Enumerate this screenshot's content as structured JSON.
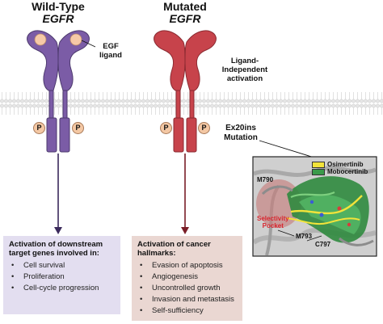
{
  "wildtype": {
    "title": "Wild-Type",
    "gene": "EGFR",
    "ligand_label": "EGF\nligand"
  },
  "mutated": {
    "title": "Mutated",
    "gene": "EGFR",
    "activation_label": "Ligand-\nIndependent\nactivation"
  },
  "phospho": [
    "P",
    "P",
    "P",
    "P"
  ],
  "ex20ins_label": "Ex20ins\nMutation",
  "structure": {
    "legend": [
      {
        "label": "Osimertinib",
        "color": "#f2e33a"
      },
      {
        "label": "Mobocertinib",
        "color": "#3a9a4a"
      }
    ],
    "residues": [
      "M790",
      "M793",
      "C797"
    ],
    "pocket_label": "Selectivity\nPocket"
  },
  "box_left": {
    "heading": "Activation of downstream\ntarget genes involved in:",
    "items": [
      "Cell survival",
      "Proliferation",
      "Cell-cycle progression"
    ]
  },
  "box_right": {
    "heading": "Activation of cancer\nhallmarks:",
    "items": [
      "Evasion of apoptosis",
      "Angiogenesis",
      "Uncontrolled growth",
      "Invasion and metastasis",
      "Self-sufficiency"
    ]
  },
  "colors": {
    "wildtype_receptor": "#7b5ca6",
    "mutated_receptor": "#c7434b",
    "ligand": "#f6c9a7",
    "phospho": "#f4c8a4",
    "box_left_bg": "#e3def0",
    "box_right_bg": "#ead7d2"
  }
}
